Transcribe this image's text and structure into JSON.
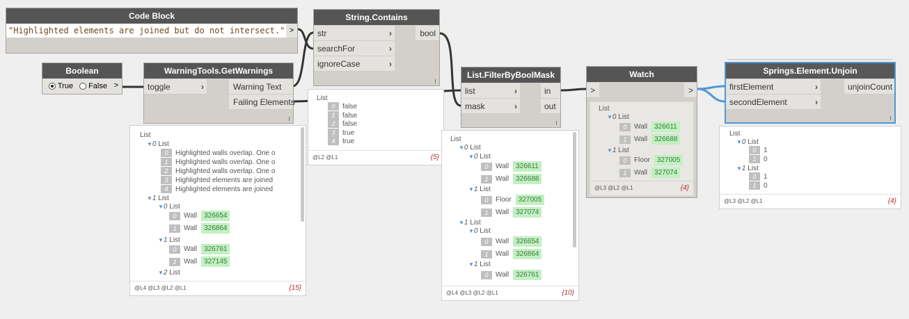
{
  "nodes": {
    "code_block": {
      "title": "Code Block",
      "code": "\"Highlighted elements are joined but do not intersect.\";",
      "out": ">"
    },
    "boolean": {
      "title": "Boolean",
      "true_label": "True",
      "false_label": "False",
      "out": ">"
    },
    "get_warnings": {
      "title": "WarningTools.GetWarnings",
      "in_toggle": "toggle",
      "out_warning_text": "Warning Text",
      "out_failing": "Failing Elements"
    },
    "string_contains": {
      "title": "String.Contains",
      "in_str": "str",
      "in_search": "searchFor",
      "in_ignore": "ignoreCase",
      "out_bool": "bool"
    },
    "filter": {
      "title": "List.FilterByBoolMask",
      "in_list": "list",
      "in_mask": "mask",
      "out_in": "in",
      "out_out": "out"
    },
    "watch": {
      "title": "Watch",
      "in": ">",
      "out": ">"
    },
    "unjoin": {
      "title": "Springs.Element.Unjoin",
      "in_first": "firstElement",
      "in_second": "secondElement",
      "out": "unjoinCount"
    }
  },
  "previews": {
    "get_warnings": {
      "list": "List",
      "sub0": "List",
      "msgs": [
        {
          "i": "0",
          "t": "Highlighted walls overlap. One o"
        },
        {
          "i": "1",
          "t": "Highlighted walls overlap. One o"
        },
        {
          "i": "2",
          "t": "Highlighted walls overlap. One o"
        },
        {
          "i": "3",
          "t": "Highlighted elements are joined"
        },
        {
          "i": "4",
          "t": "Highlighted elements are joined"
        }
      ],
      "sub1": "List",
      "g0": "List",
      "g0a": {
        "i": "0",
        "t": "Wall",
        "id": "326654"
      },
      "g0b": {
        "i": "1",
        "t": "Wall",
        "id": "326864"
      },
      "g1": "List",
      "g1a": {
        "i": "0",
        "t": "Wall",
        "id": "326761"
      },
      "g1b": {
        "i": "1",
        "t": "Wall",
        "id": "327145"
      },
      "g2": "List",
      "levels": "@L4 @L3 @L2 @L1",
      "count": "{15}"
    },
    "string_contains": {
      "list": "List",
      "items": [
        {
          "i": "0",
          "t": "false"
        },
        {
          "i": "1",
          "t": "false"
        },
        {
          "i": "2",
          "t": "false"
        },
        {
          "i": "3",
          "t": "true"
        },
        {
          "i": "4",
          "t": "true"
        }
      ],
      "levels": "@L2 @L1",
      "count": "{5}"
    },
    "filter": {
      "list": "List",
      "a": "List",
      "a0": "List",
      "a0a": {
        "i": "0",
        "t": "Wall",
        "id": "326611"
      },
      "a0b": {
        "i": "1",
        "t": "Wall",
        "id": "326688"
      },
      "a1": "List",
      "a1a": {
        "i": "0",
        "t": "Floor",
        "id": "327005"
      },
      "a1b": {
        "i": "1",
        "t": "Wall",
        "id": "327074"
      },
      "b": "List",
      "b0": "List",
      "b0a": {
        "i": "0",
        "t": "Wall",
        "id": "326654"
      },
      "b0b": {
        "i": "1",
        "t": "Wall",
        "id": "326864"
      },
      "b1": "List",
      "b1a": {
        "i": "0",
        "t": "Wall",
        "id": "326761"
      },
      "levels": "@L4 @L3 @L2 @L1",
      "count": "{10}"
    },
    "watch": {
      "list": "List",
      "a": "List",
      "a0": {
        "i": "0",
        "t": "Wall",
        "id": "326611"
      },
      "a1": {
        "i": "1",
        "t": "Wall",
        "id": "326688"
      },
      "b": "List",
      "b0": {
        "i": "0",
        "t": "Floor",
        "id": "327005"
      },
      "b1": {
        "i": "1",
        "t": "Wall",
        "id": "327074"
      },
      "levels": "@L3 @L2 @L1",
      "count": "{4}"
    },
    "unjoin": {
      "list": "List",
      "a": "List",
      "a0": {
        "i": "0",
        "t": "1"
      },
      "a1": {
        "i": "1",
        "t": "0"
      },
      "b": "List",
      "b0": {
        "i": "0",
        "t": "1"
      },
      "b1": {
        "i": "1",
        "t": "0"
      },
      "levels": "@L3 @L2 @L1",
      "count": "{4}"
    }
  },
  "colors": {
    "canvas": "#efefef",
    "wire": "#333333",
    "selected_wire": "#4f98d6",
    "header": "#555555",
    "element_id_bg": "#c2f0c2"
  }
}
